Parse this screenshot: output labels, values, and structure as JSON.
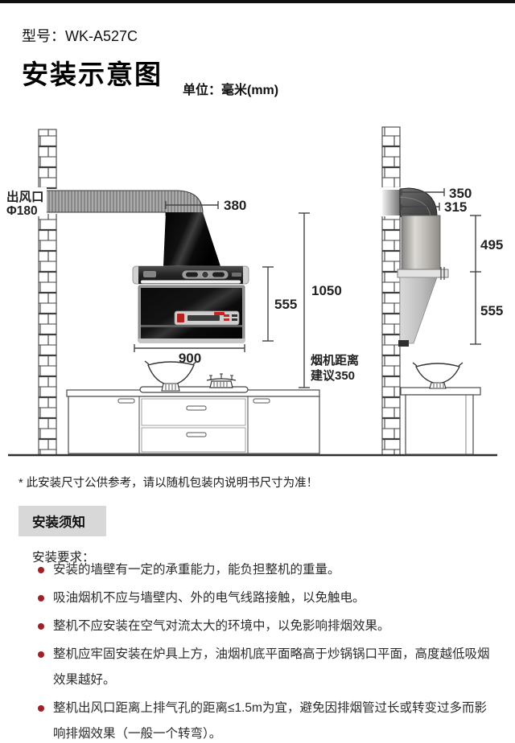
{
  "header": {
    "model_label": "型号：WK-A527C",
    "title": "安装示意图",
    "unit_label": "单位：毫米(mm)"
  },
  "diagram": {
    "front": {
      "outlet_line1": "出风口",
      "outlet_line2": "Φ180",
      "dim_duct_width": "380",
      "dim_hood_height": "555",
      "dim_total_height": "1050",
      "dim_hood_width": "900",
      "note_line1": "烟机距离",
      "note_line2": "建议350"
    },
    "side": {
      "dim_top_offset": "350",
      "dim_mid_offset": "315",
      "dim_upper_height": "495",
      "dim_lower_height": "555"
    }
  },
  "footnote": "* 此安装尺寸公供参考，请以随机包装内说明书尺寸为准！",
  "notice": {
    "section_title": "安装须知",
    "subtitle": "安装要求：",
    "items": [
      "安装的墙壁有一定的承重能力，能负担整机的重量。",
      "吸油烟机不应与墙壁内、外的电气线路接触，以免触电。",
      "整机不应安装在空气对流太大的环境中，以免影响排烟效果。",
      "整机应牢固安装在炉具上方，油烟机底平面略高于炒锅锅口平面，高度越低吸烟效果越好。",
      "整机出风口距离上排气孔的距离≤1.5m为宜，避免因排烟管过长或转变过多而影响排烟效果（一般一个转弯）。"
    ]
  },
  "colors": {
    "bullet_red": "#9d2126",
    "notice_box_bg": "#d8d8d8",
    "top_bar": "#111111"
  }
}
